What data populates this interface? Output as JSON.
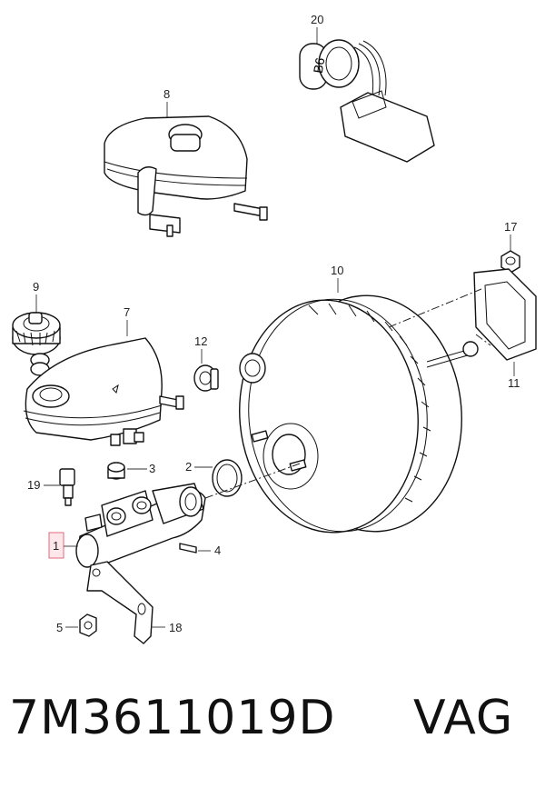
{
  "footer": {
    "part_number": "7M3611019D",
    "brand": "VAG"
  },
  "callouts": {
    "c1": "1",
    "c2": "2",
    "c3": "3",
    "c4": "4",
    "c5": "5",
    "c7": "7",
    "c8": "8",
    "c9": "9",
    "c10": "10",
    "c11": "11",
    "c12": "12",
    "c17": "17",
    "c18": "18",
    "c19": "19",
    "c20": "20"
  },
  "switch_marking": "B6",
  "highlight": {
    "callout": "1",
    "color": "#e86a7a",
    "fill": "#fde7ea"
  }
}
